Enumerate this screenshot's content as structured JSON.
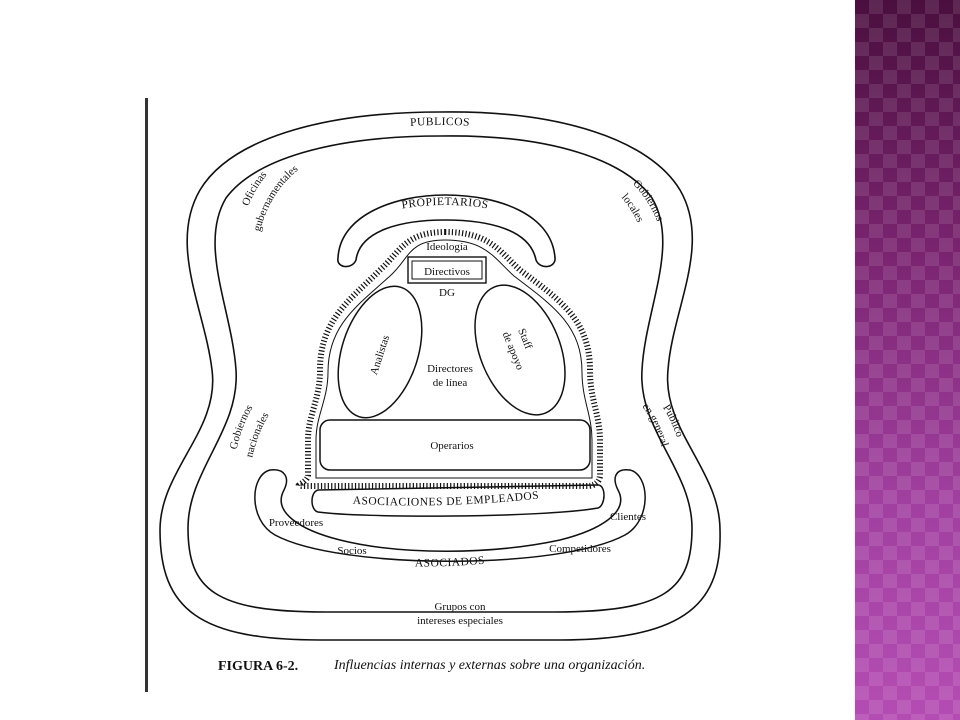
{
  "diagram": {
    "outer": {
      "publicos": "PUBLICOS",
      "oficinas": [
        "Oficinas",
        "gubernamentales"
      ],
      "gob_locales": [
        "Gobiernos",
        "locales"
      ],
      "gob_nacionales": [
        "Gobiernos",
        "nacionales"
      ],
      "publico_general": [
        "Público",
        "en general"
      ],
      "grupos": [
        "Grupos con",
        "intereses especiales"
      ]
    },
    "propietarios": "PROPIETARIOS",
    "ideologia": "Ideología",
    "directivos": "Directivos",
    "dg": "DG",
    "analistas": "Analistas",
    "staff": [
      "Staff",
      "de apoyo"
    ],
    "directores": [
      "Directores",
      "de línea"
    ],
    "operarios": "Operarios",
    "asociaciones": "ASOCIACIONES DE EMPLEADOS",
    "asociados": {
      "title": "ASOCIADOS",
      "proveedores": "Proveedores",
      "clientes": "Clientes",
      "socios": "Socios",
      "competidores": "Competidores"
    }
  },
  "caption": {
    "figure": "FIGURA 6-2.",
    "text": "Influencias internas y externas sobre una organización."
  },
  "colors": {
    "side_panel": "#8e2f86"
  }
}
